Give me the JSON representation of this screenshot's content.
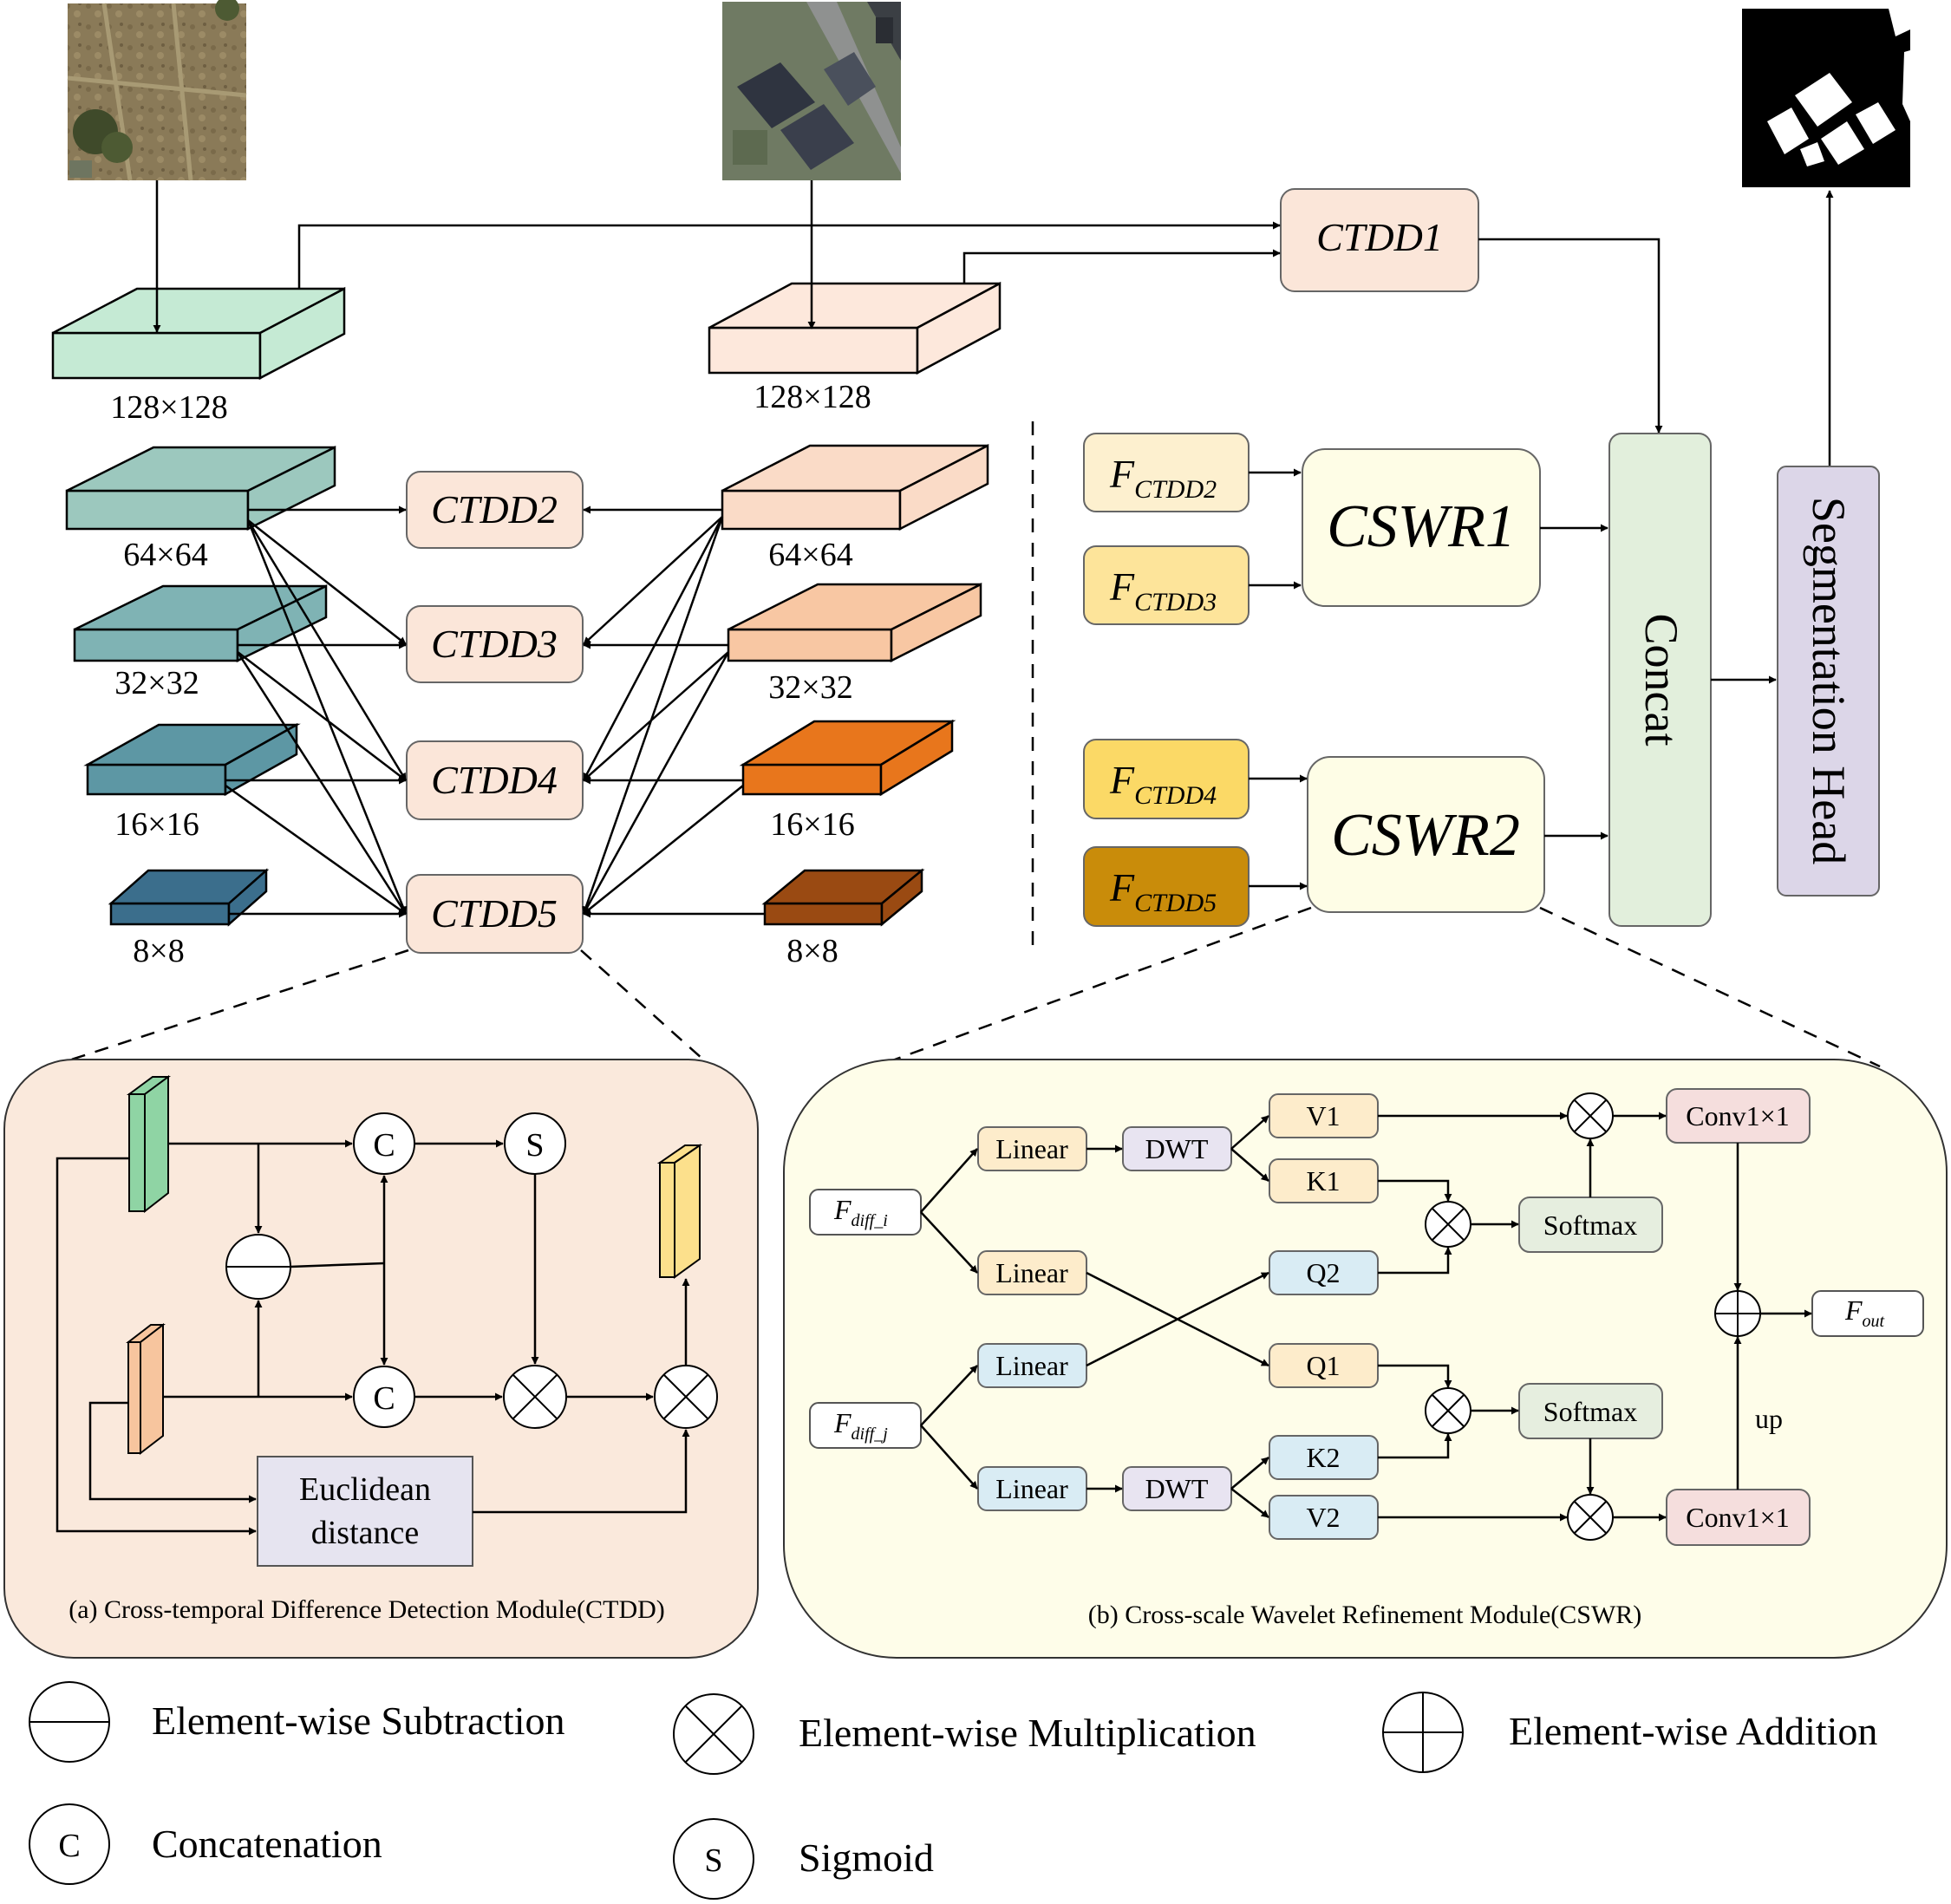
{
  "colors": {
    "t1_128": "#c5ead4",
    "t1_64": "#9cc8be",
    "t1_32": "#7fb3b4",
    "t1_16": "#5d97a4",
    "t1_8": "#3b6e8c",
    "t2_128": "#fde8dc",
    "t2_64": "#fadbc7",
    "t2_32": "#f8c7a3",
    "t2_16": "#e8761c",
    "t2_8": "#9a4a12",
    "ctdd": "#fbe6d9",
    "cswr": "#fefde6",
    "f_light": "#fdf0cf",
    "f_mid": "#fde49a",
    "f_strong": "#fbd966",
    "f_dark": "#c98c0a",
    "concat": "#e2efdc",
    "seg_head": "#dcd6e8",
    "panel_a": "#fae9dc",
    "panel_b": "#fefde9",
    "linear_i": "#fdeccb",
    "linear_j": "#d9ecf4",
    "dwt": "#e8e4f1",
    "softmax": "#e6eedf",
    "conv": "#f5dedd"
  },
  "top": {
    "size_t1": "128×128",
    "size_t2": "128×128",
    "ctdd1": "CTDD1"
  },
  "pyramid": {
    "size_64_left": "64×64",
    "size_32_left": "32×32",
    "size_16_left": "16×16",
    "size_8_left": "8×8",
    "size_64_right": "64×64",
    "size_32_right": "32×32",
    "size_16_right": "16×16",
    "size_8_right": "8×8",
    "ctdd2": "CTDD2",
    "ctdd3": "CTDD3",
    "ctdd4": "CTDD4",
    "ctdd5": "CTDD5"
  },
  "right": {
    "f_main": "F",
    "f2_sub": "CTDD2",
    "f3_sub": "CTDD3",
    "f4_sub": "CTDD4",
    "f5_sub": "CTDD5",
    "cswr1": "CSWR1",
    "cswr2": "CSWR2",
    "concat": "Concat",
    "seg_head": "Segmentation Head"
  },
  "panel_a": {
    "c_top": "C",
    "s": "S",
    "c_bottom": "C",
    "euclid_line1": "Euclidean",
    "euclid_line2": "distance",
    "caption": "(a) Cross-temporal Difference Detection Module(CTDD)"
  },
  "panel_b": {
    "f_main": "F",
    "f_i_sub": "diff_i",
    "f_j_sub": "diff_j",
    "linear1": "Linear",
    "linear2": "Linear",
    "linear3": "Linear",
    "linear4": "Linear",
    "dwt1": "DWT",
    "dwt2": "DWT",
    "v1": "V1",
    "k1": "K1",
    "q2": "Q2",
    "q1": "Q1",
    "k2": "K2",
    "v2": "V2",
    "softmax1": "Softmax",
    "softmax2": "Softmax",
    "conv1": "Conv1×1",
    "conv2": "Conv1×1",
    "up": "up",
    "f_out_sub": "out",
    "caption": "(b) Cross-scale Wavelet Refinement Module(CSWR)"
  },
  "legend": {
    "subtraction": "Element-wise Subtraction",
    "multiplication": "Element-wise Multiplication",
    "addition": "Element-wise Addition",
    "c_symbol": "C",
    "concatenation": "Concatenation",
    "s_symbol": "S",
    "sigmoid": "Sigmoid"
  }
}
